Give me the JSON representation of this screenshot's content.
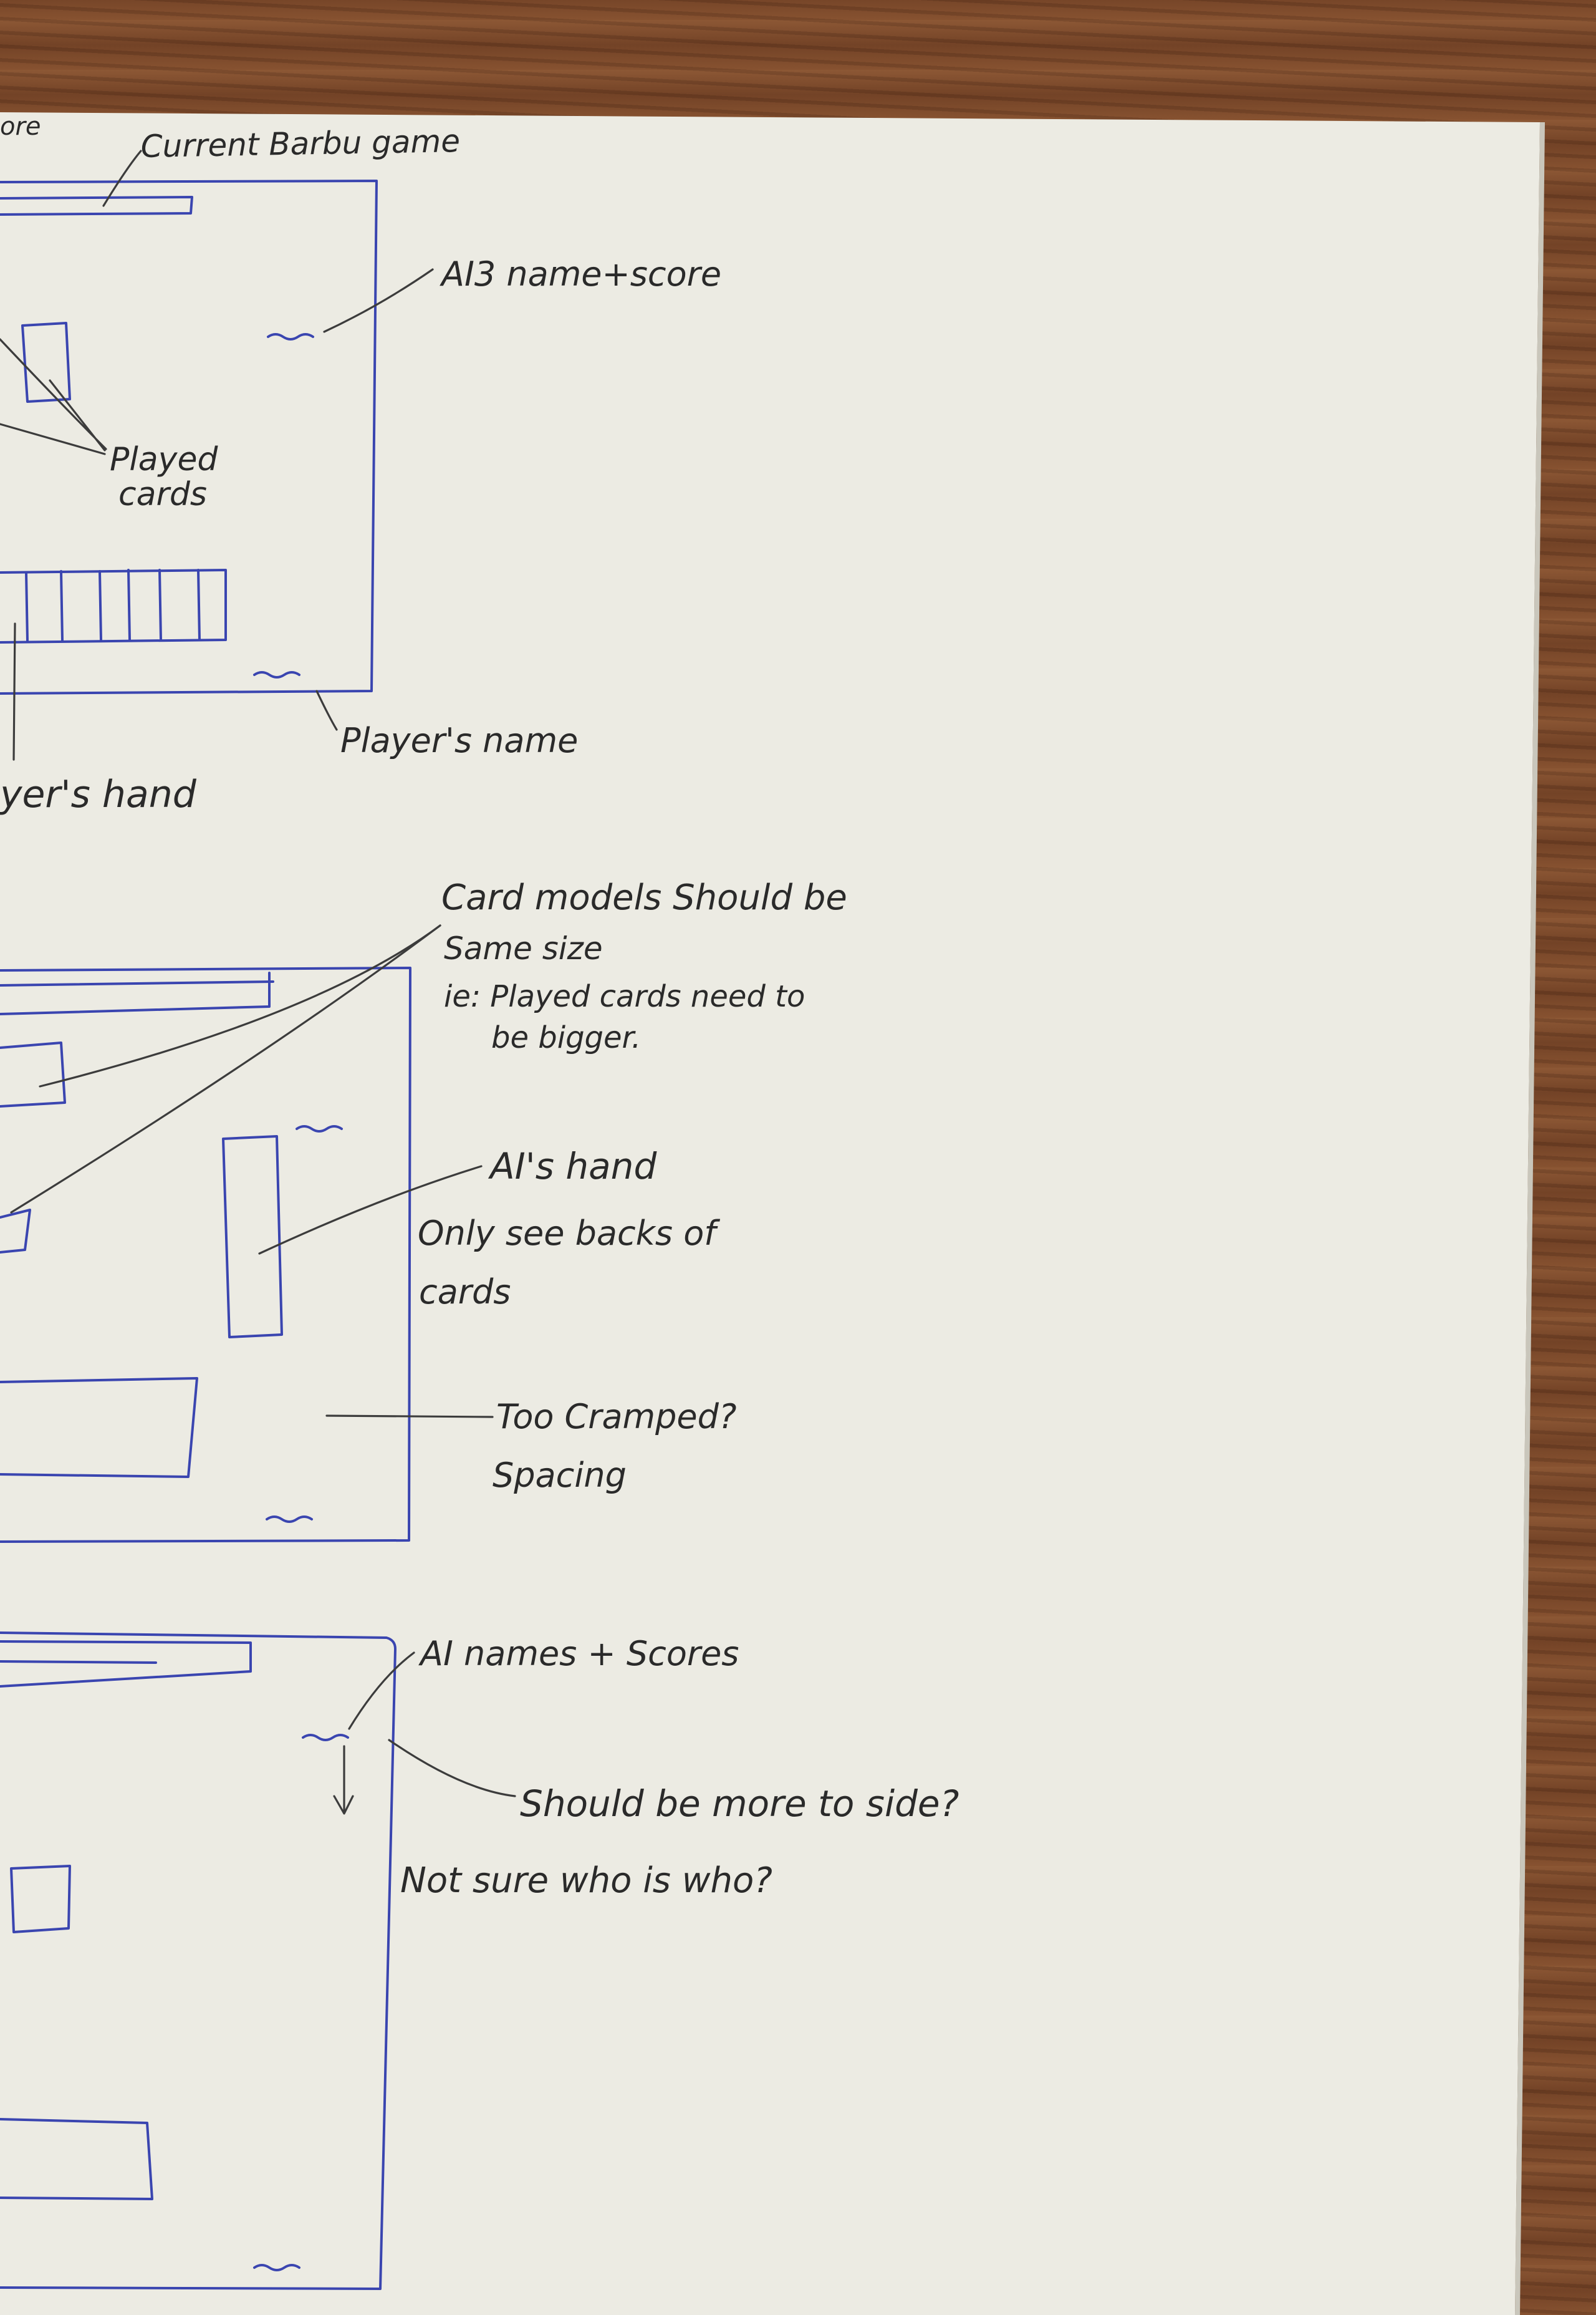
{
  "notes": {
    "top_left_fragment": "ore",
    "current_game": "Current Barbu game",
    "ai3_name_score": "AI3 name+score",
    "played_cards": [
      "Played",
      "cards"
    ],
    "players_name": "Player's name",
    "players_hand": "yer's hand",
    "card_models": [
      "Card models Should be",
      "Same size",
      "ie: Played cards need to",
      "be bigger."
    ],
    "ais_hand": [
      "AI's hand",
      "Only see backs of",
      "cards"
    ],
    "too_cramped": [
      "Too Cramped?",
      "Spacing"
    ],
    "ai_names_scores": "AI names + Scores",
    "more_to_side": "Should be more to side?",
    "not_sure": "Not sure who is who?"
  },
  "colors": {
    "paper": "#ecebe3",
    "pen_blue": "#3a45b0",
    "pencil": "#3c3c3c",
    "desk": "#7a4a2e"
  }
}
